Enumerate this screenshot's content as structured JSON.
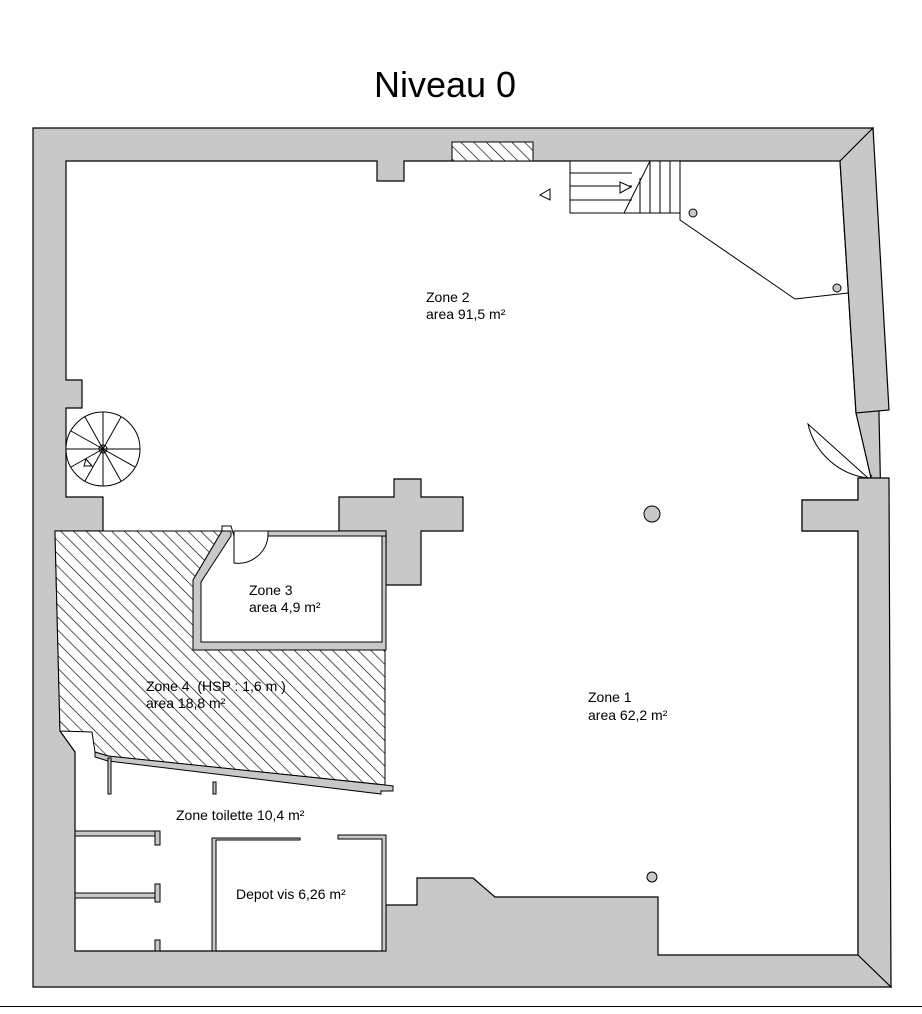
{
  "plan": {
    "title": "Niveau 0",
    "zones": [
      {
        "name": "Zone 2",
        "area": "area 91,5 m²"
      },
      {
        "name": "Zone 1",
        "area": "area 62,2 m²"
      },
      {
        "name": "Zone 3",
        "area": "area 4,9 m²"
      },
      {
        "name": "Zone 4  (HSP : 1,6 m )",
        "area": "area 18,8 m²"
      },
      {
        "name": "Zone toilette 10,4 m²"
      },
      {
        "name": "Depot vis 6,26 m²"
      }
    ],
    "colors": {
      "wall": "#c8c8c8",
      "line": "#000000",
      "floor": "#ffffff"
    }
  }
}
